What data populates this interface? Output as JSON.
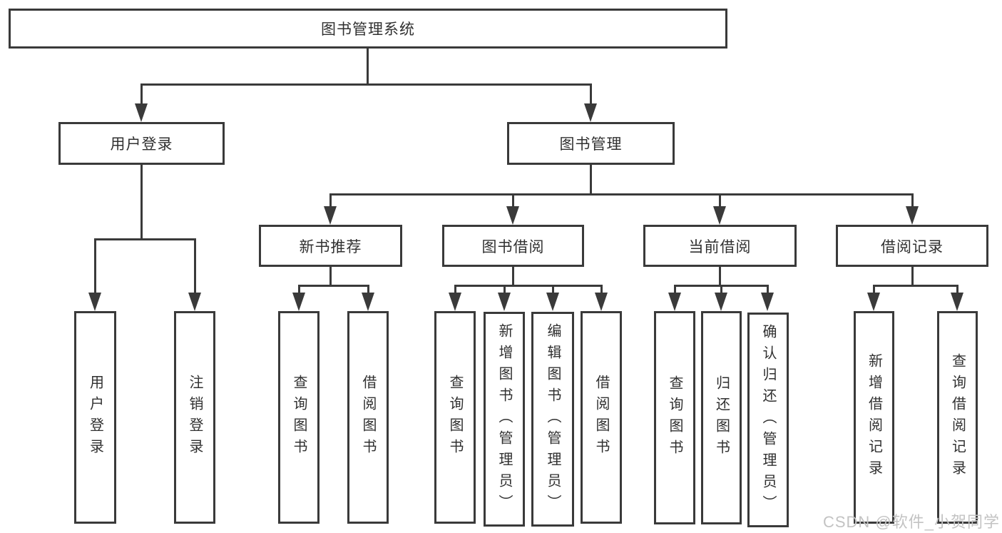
{
  "tree": {
    "root": {
      "label": "图书管理系统"
    },
    "branches": [
      {
        "label": "用户登录",
        "children": [
          {
            "label": "用户登录"
          },
          {
            "label": "注销登录"
          }
        ]
      },
      {
        "label": "图书管理",
        "children": [
          {
            "label": "新书推荐",
            "children": [
              {
                "label": "查询图书"
              },
              {
                "label": "借阅图书"
              }
            ]
          },
          {
            "label": "图书借阅",
            "children": [
              {
                "label": "查询图书"
              },
              {
                "label": "新增图书（管理员）"
              },
              {
                "label": "编辑图书（管理员）"
              },
              {
                "label": "借阅图书"
              }
            ]
          },
          {
            "label": "当前借阅",
            "children": [
              {
                "label": "查询图书"
              },
              {
                "label": "归还图书"
              },
              {
                "label": "确认归还（管理员）"
              }
            ]
          },
          {
            "label": "借阅记录",
            "children": [
              {
                "label": "新增借阅记录"
              },
              {
                "label": "查询借阅记录"
              }
            ]
          }
        ]
      }
    ]
  },
  "watermark": {
    "text": "CSDN @软件_小贺同学"
  },
  "colors": {
    "line": "#3a3a3a",
    "text": "#303030",
    "watermark": "#c3c3c3",
    "background": "#ffffff"
  }
}
